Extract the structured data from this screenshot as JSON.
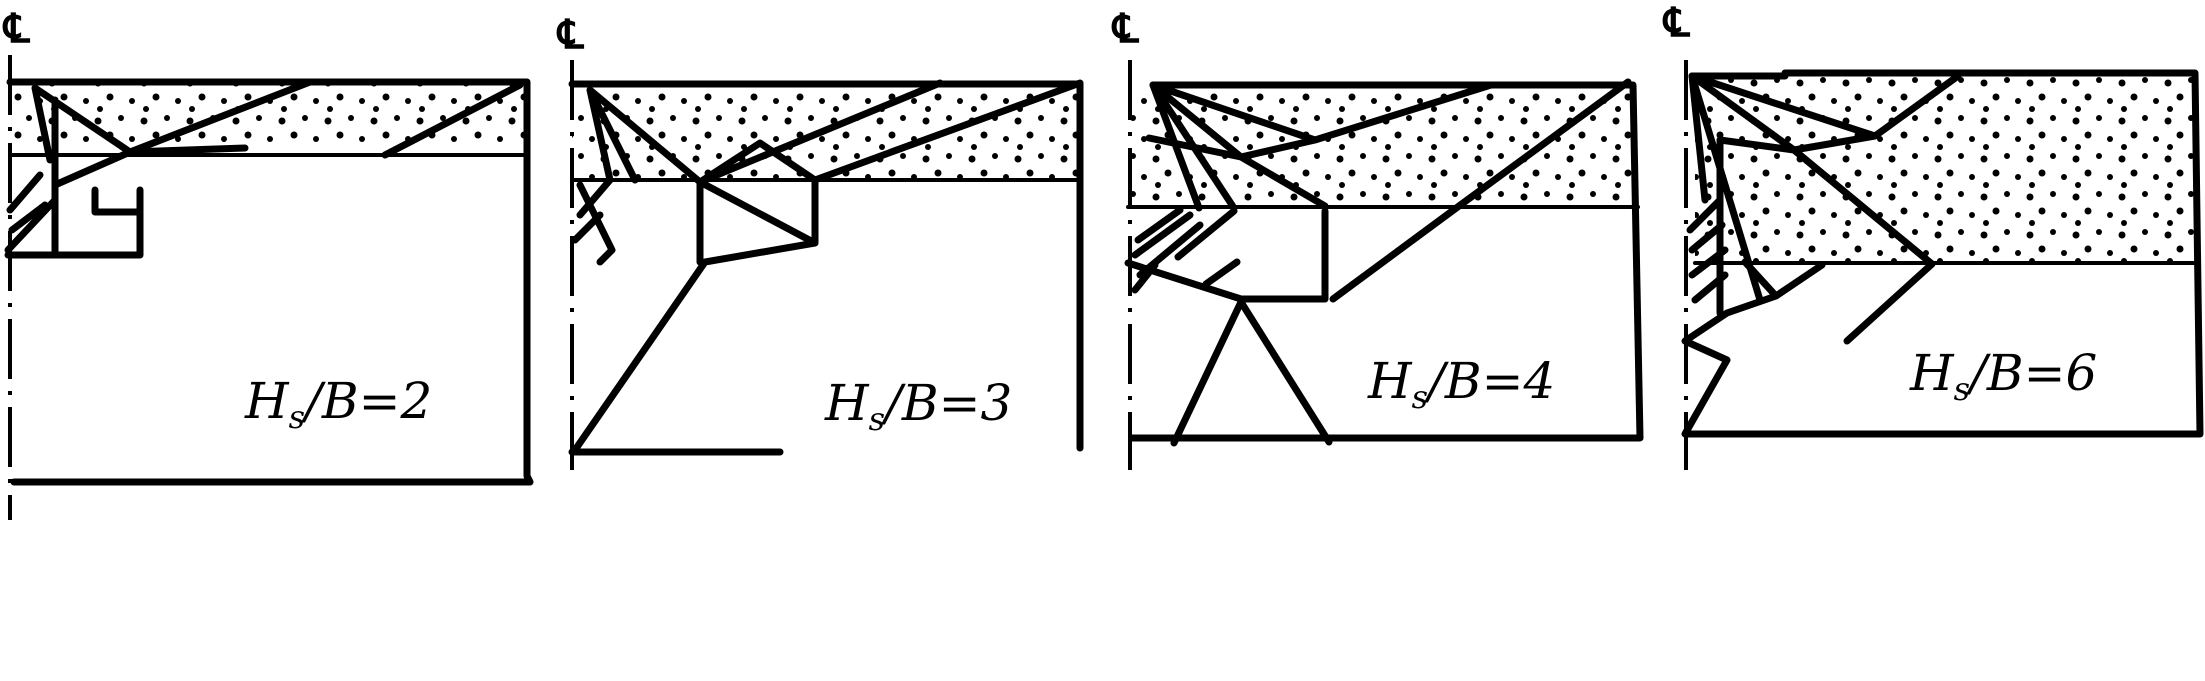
{
  "figure": {
    "centerline_symbol": "℄",
    "panels": [
      {
        "label": {
          "var": "H",
          "sub": "s",
          "rest": "/B=2"
        }
      },
      {
        "label": {
          "var": "H",
          "sub": "s",
          "rest": "/B=3"
        }
      },
      {
        "label": {
          "var": "H",
          "sub": "s",
          "rest": "/B=4"
        }
      },
      {
        "label": {
          "var": "H",
          "sub": "s",
          "rest": "/B=6"
        }
      }
    ],
    "colors": {
      "ink": "#000000",
      "paper": "#ffffff"
    }
  }
}
